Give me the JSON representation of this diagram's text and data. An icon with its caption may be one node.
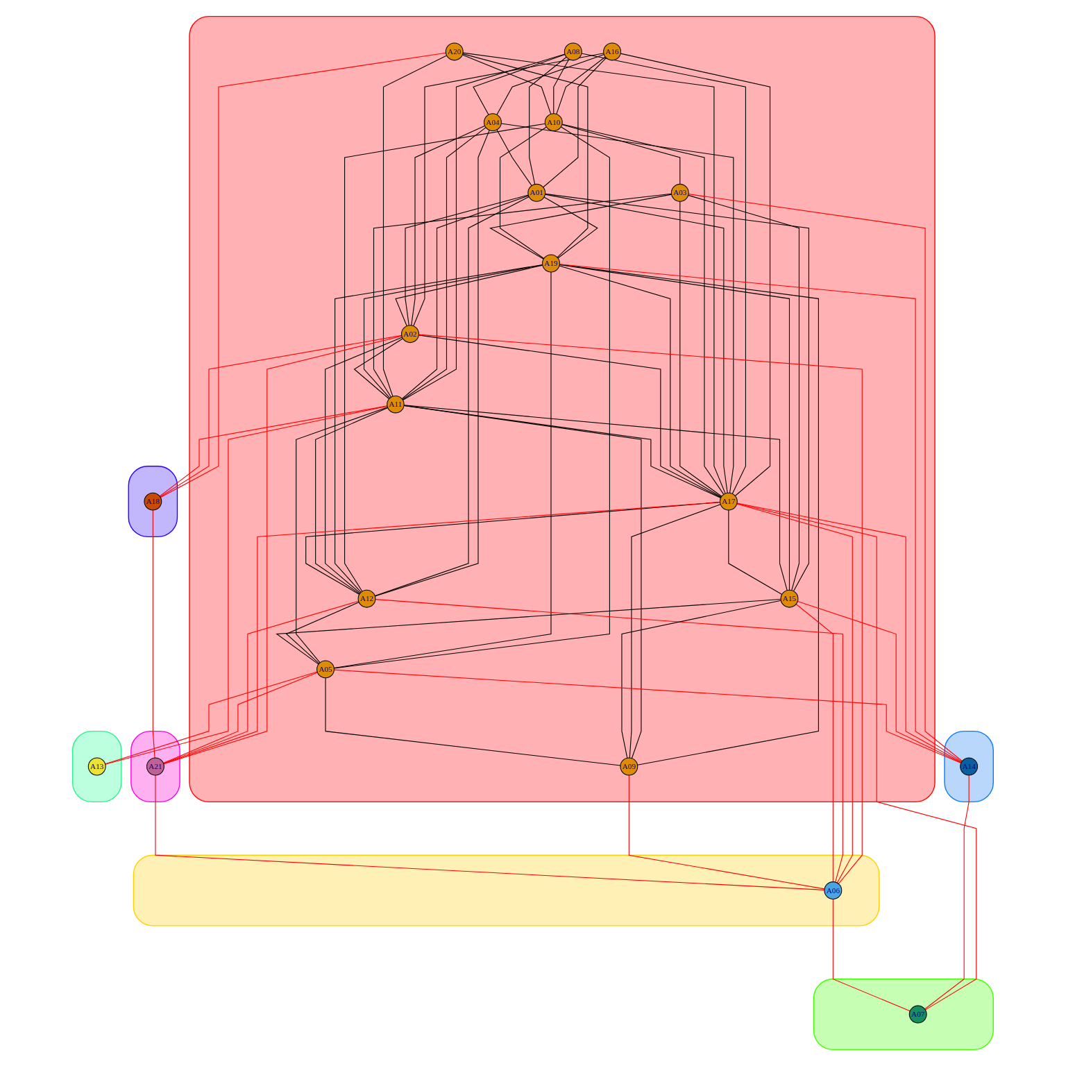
{
  "diagram": {
    "nodes": [
      {
        "text": [],
        "shape": "blob"
      },
      {
        "text": [
          "A16"
        ],
        "in": 0
      },
      {
        "text": [
          "A08"
        ],
        "in": 0
      },
      {
        "text": [
          "A04"
        ],
        "in": 0
      },
      {
        "text": [
          "A01"
        ],
        "in": 0
      },
      {
        "text": [
          "A20"
        ],
        "in": 0
      },
      {
        "text": [
          "A10"
        ],
        "in": 0
      },
      {
        "text": [
          "A03"
        ],
        "in": 0
      },
      {
        "text": [
          "A19"
        ],
        "in": 0
      },
      {
        "text": [
          "A02"
        ],
        "in": 0
      },
      {
        "text": [
          "A11"
        ],
        "in": 0
      },
      {
        "text": [
          "A17"
        ],
        "in": 0
      },
      {
        "text": [
          "A12"
        ],
        "in": 0
      },
      {
        "text": [
          "A15"
        ],
        "in": 0
      },
      {
        "text": [
          "A05"
        ],
        "in": 0
      },
      {
        "text": [
          "A09"
        ],
        "in": 0
      },
      {
        "text": [],
        "shape": "blob"
      },
      {
        "text": [
          "A18"
        ],
        "in": 16
      },
      {
        "text": [],
        "shape": "blob"
      },
      {
        "text": [
          "A14"
        ],
        "in": 18
      },
      {
        "text": [],
        "shape": "blob"
      },
      {
        "text": [
          "A21"
        ],
        "in": 20
      },
      {
        "text": [],
        "shape": "blob"
      },
      {
        "text": [
          "A06"
        ],
        "in": 22
      },
      {
        "text": [],
        "shape": "blob"
      },
      {
        "text": [
          "A07"
        ],
        "in": 24
      },
      {
        "text": [],
        "shape": "blob"
      },
      {
        "text": [
          "A13"
        ],
        "in": 26
      }
    ],
    "edges": [
      {
        "from": 1,
        "to": 3,
        "arrow": "none"
      },
      {
        "from": 1,
        "to": 9,
        "arrow": "none"
      },
      {
        "from": 1,
        "to": 4,
        "arrow": "none"
      },
      {
        "from": 1,
        "to": 11,
        "arrow": "none"
      },
      {
        "from": 1,
        "to": 6,
        "arrow": "none"
      },
      {
        "from": 2,
        "to": 3,
        "arrow": "none"
      },
      {
        "from": 2,
        "to": 4,
        "arrow": "none"
      },
      {
        "from": 2,
        "to": 10,
        "arrow": "none"
      },
      {
        "from": 2,
        "to": 11,
        "arrow": "none"
      },
      {
        "from": 2,
        "to": 6,
        "arrow": "none"
      },
      {
        "from": 3,
        "to": 4,
        "arrow": "none"
      },
      {
        "from": 3,
        "to": 9,
        "arrow": "none"
      },
      {
        "from": 3,
        "to": 12,
        "arrow": "none"
      },
      {
        "from": 3,
        "to": 10,
        "arrow": "none"
      },
      {
        "from": 3,
        "to": 11,
        "arrow": "none"
      },
      {
        "from": 4,
        "to": 9,
        "arrow": "none"
      },
      {
        "from": 4,
        "to": 12,
        "arrow": "none"
      },
      {
        "from": 4,
        "to": 10,
        "arrow": "none"
      },
      {
        "from": 4,
        "to": 11,
        "arrow": "none"
      },
      {
        "from": 4,
        "to": 8,
        "arrow": "none"
      },
      {
        "from": 4,
        "to": 13,
        "arrow": "none"
      },
      {
        "from": 5,
        "to": 6,
        "arrow": "none"
      },
      {
        "from": 5,
        "to": 8,
        "arrow": "none"
      },
      {
        "from": 5,
        "to": 11,
        "arrow": "none"
      },
      {
        "from": 5,
        "to": 10,
        "arrow": "none"
      },
      {
        "from": 5,
        "to": 17,
        "arrow": "none",
        "color": "#ff0000"
      },
      {
        "from": 6,
        "to": 7,
        "arrow": "none"
      },
      {
        "from": 6,
        "to": 8,
        "arrow": "none"
      },
      {
        "from": 6,
        "to": 11,
        "arrow": "none"
      },
      {
        "from": 6,
        "to": 12,
        "arrow": "none"
      },
      {
        "from": 6,
        "to": 14,
        "arrow": "none"
      },
      {
        "from": 7,
        "to": 8,
        "arrow": "none"
      },
      {
        "from": 7,
        "to": 10,
        "arrow": "none"
      },
      {
        "from": 7,
        "to": 11,
        "arrow": "none"
      },
      {
        "from": 7,
        "to": 13,
        "arrow": "none"
      },
      {
        "from": 7,
        "to": 19,
        "arrow": "none",
        "color": "#ff0000"
      },
      {
        "from": 8,
        "to": 9,
        "arrow": "none"
      },
      {
        "from": 8,
        "to": 10,
        "arrow": "none"
      },
      {
        "from": 8,
        "to": 11,
        "arrow": "none"
      },
      {
        "from": 8,
        "to": 12,
        "arrow": "none"
      },
      {
        "from": 8,
        "to": 13,
        "arrow": "none"
      },
      {
        "from": 8,
        "to": 14,
        "arrow": "none"
      },
      {
        "from": 8,
        "to": 15,
        "arrow": "none"
      },
      {
        "from": 8,
        "to": 19,
        "arrow": "none",
        "color": "#ff0000"
      },
      {
        "from": 9,
        "to": 10,
        "arrow": "none"
      },
      {
        "from": 9,
        "to": 11,
        "arrow": "none"
      },
      {
        "from": 9,
        "to": 12,
        "arrow": "none"
      },
      {
        "from": 9,
        "to": 17,
        "arrow": "none",
        "color": "#ff0000"
      },
      {
        "from": 9,
        "to": 21,
        "arrow": "none",
        "color": "#ff0000"
      },
      {
        "from": 9,
        "to": 23,
        "arrow": "none",
        "color": "#ff0000"
      },
      {
        "from": 10,
        "to": 11,
        "arrow": "none"
      },
      {
        "from": 10,
        "to": 12,
        "arrow": "none"
      },
      {
        "from": 10,
        "to": 13,
        "arrow": "none"
      },
      {
        "from": 10,
        "to": 14,
        "arrow": "none"
      },
      {
        "from": 10,
        "to": 15,
        "arrow": "none"
      },
      {
        "from": 10,
        "to": 17,
        "arrow": "none",
        "color": "#ff0000"
      },
      {
        "from": 10,
        "to": 27,
        "arrow": "none",
        "color": "#ff0000"
      },
      {
        "from": 11,
        "to": 12,
        "arrow": "none"
      },
      {
        "from": 11,
        "to": 13,
        "arrow": "none"
      },
      {
        "from": 11,
        "to": 15,
        "arrow": "none"
      },
      {
        "from": 11,
        "to": 21,
        "arrow": "none",
        "color": "#ff0000"
      },
      {
        "from": 11,
        "to": 23,
        "arrow": "none",
        "color": "#ff0000"
      },
      {
        "from": 11,
        "to": 19,
        "arrow": "none",
        "color": "#ff0000"
      },
      {
        "from": 11,
        "to": 25,
        "arrow": "none",
        "color": "#ff0000"
      },
      {
        "from": 12,
        "to": 14,
        "arrow": "none"
      },
      {
        "from": 12,
        "to": 21,
        "arrow": "none",
        "color": "#ff0000"
      },
      {
        "from": 12,
        "to": 23,
        "arrow": "none",
        "color": "#ff0000"
      },
      {
        "from": 13,
        "to": 14,
        "arrow": "none"
      },
      {
        "from": 13,
        "to": 15,
        "arrow": "none"
      },
      {
        "from": 13,
        "to": 23,
        "arrow": "none",
        "color": "#ff0000"
      },
      {
        "from": 13,
        "to": 19,
        "arrow": "none",
        "color": "#ff0000"
      },
      {
        "from": 14,
        "to": 15,
        "arrow": "none"
      },
      {
        "from": 14,
        "to": 21,
        "arrow": "none",
        "color": "#ff0000"
      },
      {
        "from": 14,
        "to": 27,
        "arrow": "none",
        "color": "#ff0000"
      },
      {
        "from": 14,
        "to": 19,
        "arrow": "none",
        "color": "#ff0000"
      },
      {
        "from": 15,
        "to": 23,
        "arrow": "none",
        "color": "#ff0000"
      },
      {
        "from": 17,
        "to": 21,
        "arrow": "none",
        "color": "#ff0000"
      },
      {
        "from": 19,
        "to": 25,
        "arrow": "none",
        "color": "#ff0000"
      },
      {
        "from": 21,
        "to": 23,
        "arrow": "none",
        "color": "#ff0000"
      },
      {
        "from": 23,
        "to": 25,
        "arrow": "none",
        "color": "#ff0000"
      }
    ]
  }
}
